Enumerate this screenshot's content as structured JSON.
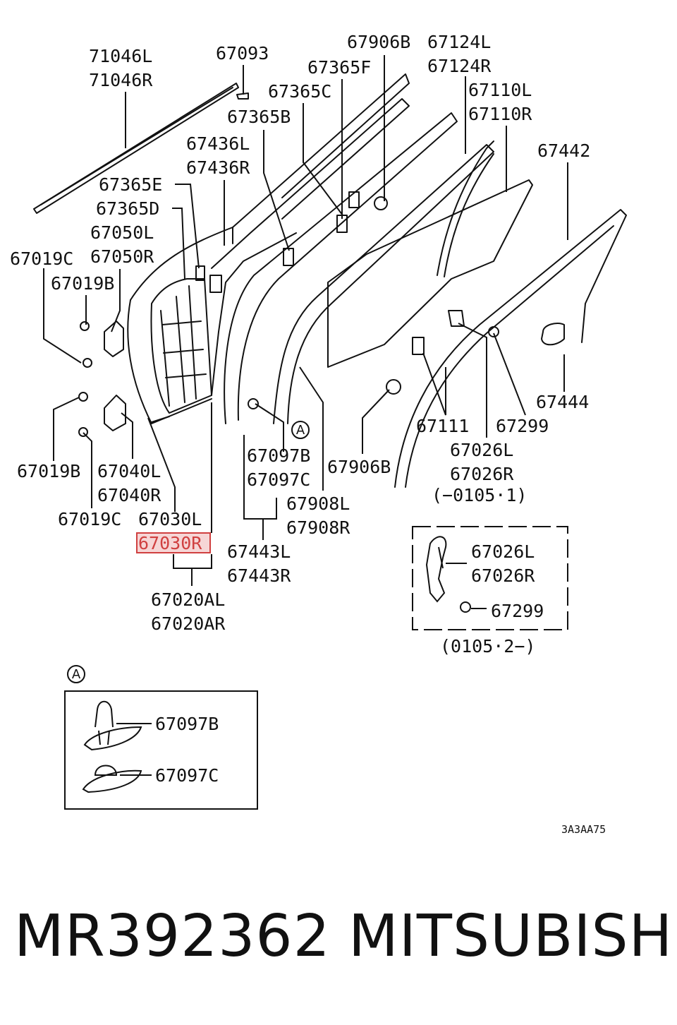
{
  "callouts": {
    "l71046L": "71046L",
    "l71046R": "71046R",
    "l67093": "67093",
    "l67906B_top": "67906B",
    "l67124L": "67124L",
    "l67124R": "67124R",
    "l67365F": "67365F",
    "l67365C": "67365C",
    "l67365B": "67365B",
    "l67110L": "67110L",
    "l67110R": "67110R",
    "l67436L": "67436L",
    "l67436R": "67436R",
    "l67442": "67442",
    "l67365E": "67365E",
    "l67365D": "67365D",
    "l67050L": "67050L",
    "l67050R": "67050R",
    "l67019C_top": "67019C",
    "l67019B_top": "67019B",
    "l67444": "67444",
    "l67111": "67111",
    "l67299": "67299",
    "l67026L": "67026L",
    "l67026R": "67026R",
    "l_range1": "(−0105·1)",
    "l67097B": "67097B",
    "l67097C": "67097C",
    "l67906B_mid": "67906B",
    "l67019B_bot": "67019B",
    "l67040L": "67040L",
    "l67040R": "67040R",
    "l67019C_bot": "67019C",
    "l67030L": "67030L",
    "l67030R": "67030R",
    "l67908L": "67908L",
    "l67908R": "67908R",
    "l67443L": "67443L",
    "l67443R": "67443R",
    "l67020AL": "67020AL",
    "l67020AR": "67020AR"
  },
  "detail_box_right": {
    "l67026L": "67026L",
    "l67026R": "67026R",
    "l67299": "67299",
    "range": "(0105·2−)"
  },
  "detail_box_a": {
    "marker": "A",
    "l67097B": "67097B",
    "l67097C": "67097C"
  },
  "marker_a": "A",
  "diagram_code": "3A3AA75",
  "footer": {
    "part_number": "MR392362",
    "brand": "MITSUBISHI"
  },
  "highlight_color": "#d04040"
}
